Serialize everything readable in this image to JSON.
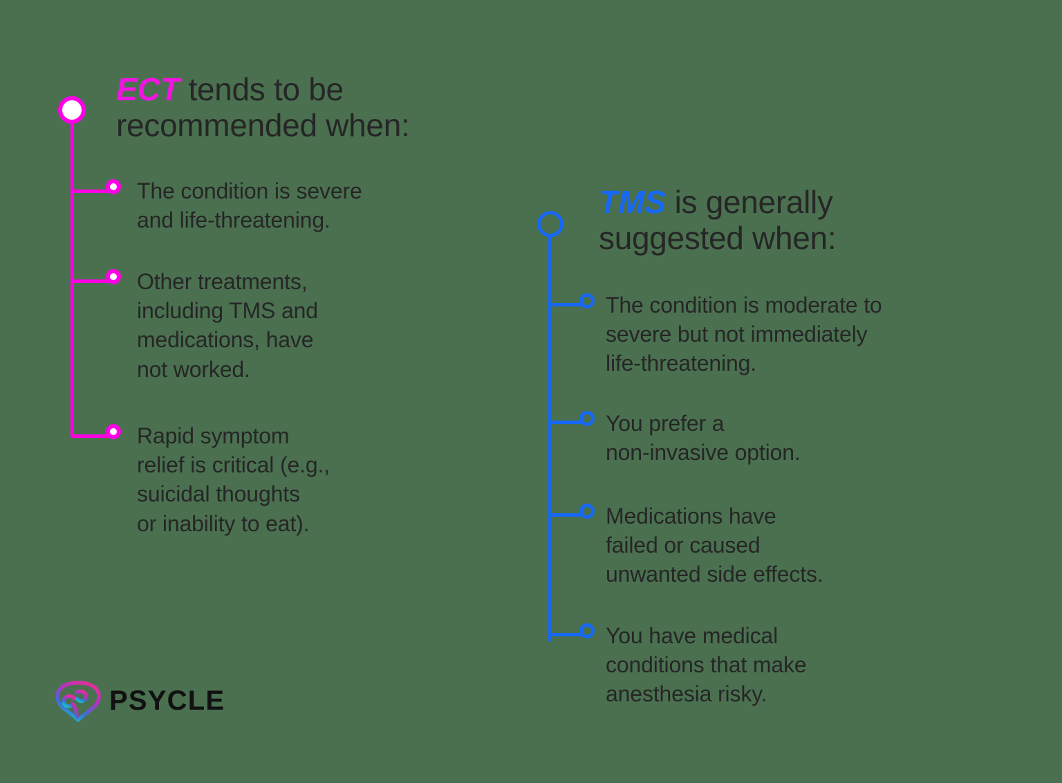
{
  "theme": {
    "background": "#4a7050",
    "text_color": "#262626",
    "ect_color": "#FF00E6",
    "ect_keyword_color": "#F214E2",
    "tms_color": "#1668F5"
  },
  "ect": {
    "keyword": "ECT",
    "heading_rest": " tends to be\nrecommended when:",
    "bullets": [
      {
        "text": "The condition is severe\nand life-threatening."
      },
      {
        "text": "Other treatments,\nincluding TMS and\nmedications, have\nnot worked."
      },
      {
        "text": "Rapid symptom\nrelief is critical (e.g.,\nsuicidal thoughts\nor inability to eat)."
      }
    ]
  },
  "tms": {
    "keyword": "TMS",
    "heading_rest": " is generally\nsuggested when:",
    "bullets": [
      {
        "text": "The condition is moderate to\nsevere but not immediately\nlife-threatening."
      },
      {
        "text": "You prefer a\nnon-invasive option."
      },
      {
        "text": "Medications have\nfailed or caused\nunwanted side effects."
      },
      {
        "text": "You have medical\nconditions that make\nanesthesia risky."
      }
    ]
  },
  "logo": {
    "wordmark": "PSYCLE",
    "icon": "brain-icon",
    "gradient_start": "#E0309B",
    "gradient_mid": "#7A3FD1",
    "gradient_end": "#18BFC4"
  }
}
